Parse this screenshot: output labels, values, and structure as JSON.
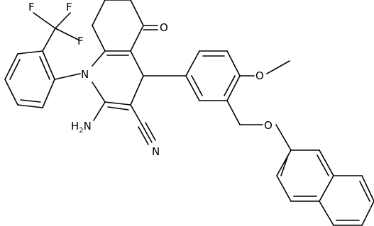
{
  "structure": {
    "atoms": {
      "F_top_left": "F",
      "F_top_right": "F",
      "F_middle": "F",
      "O_ketone": "O",
      "N_ring": "N",
      "O_methoxy": "O",
      "O_ether": "O",
      "N_amino": "H",
      "N_amino_sub": "2",
      "N_amino_label": "N",
      "N_nitrile": "N"
    },
    "colors": {
      "bond": "#000000",
      "label": "#000000",
      "background": "#ffffff"
    }
  }
}
